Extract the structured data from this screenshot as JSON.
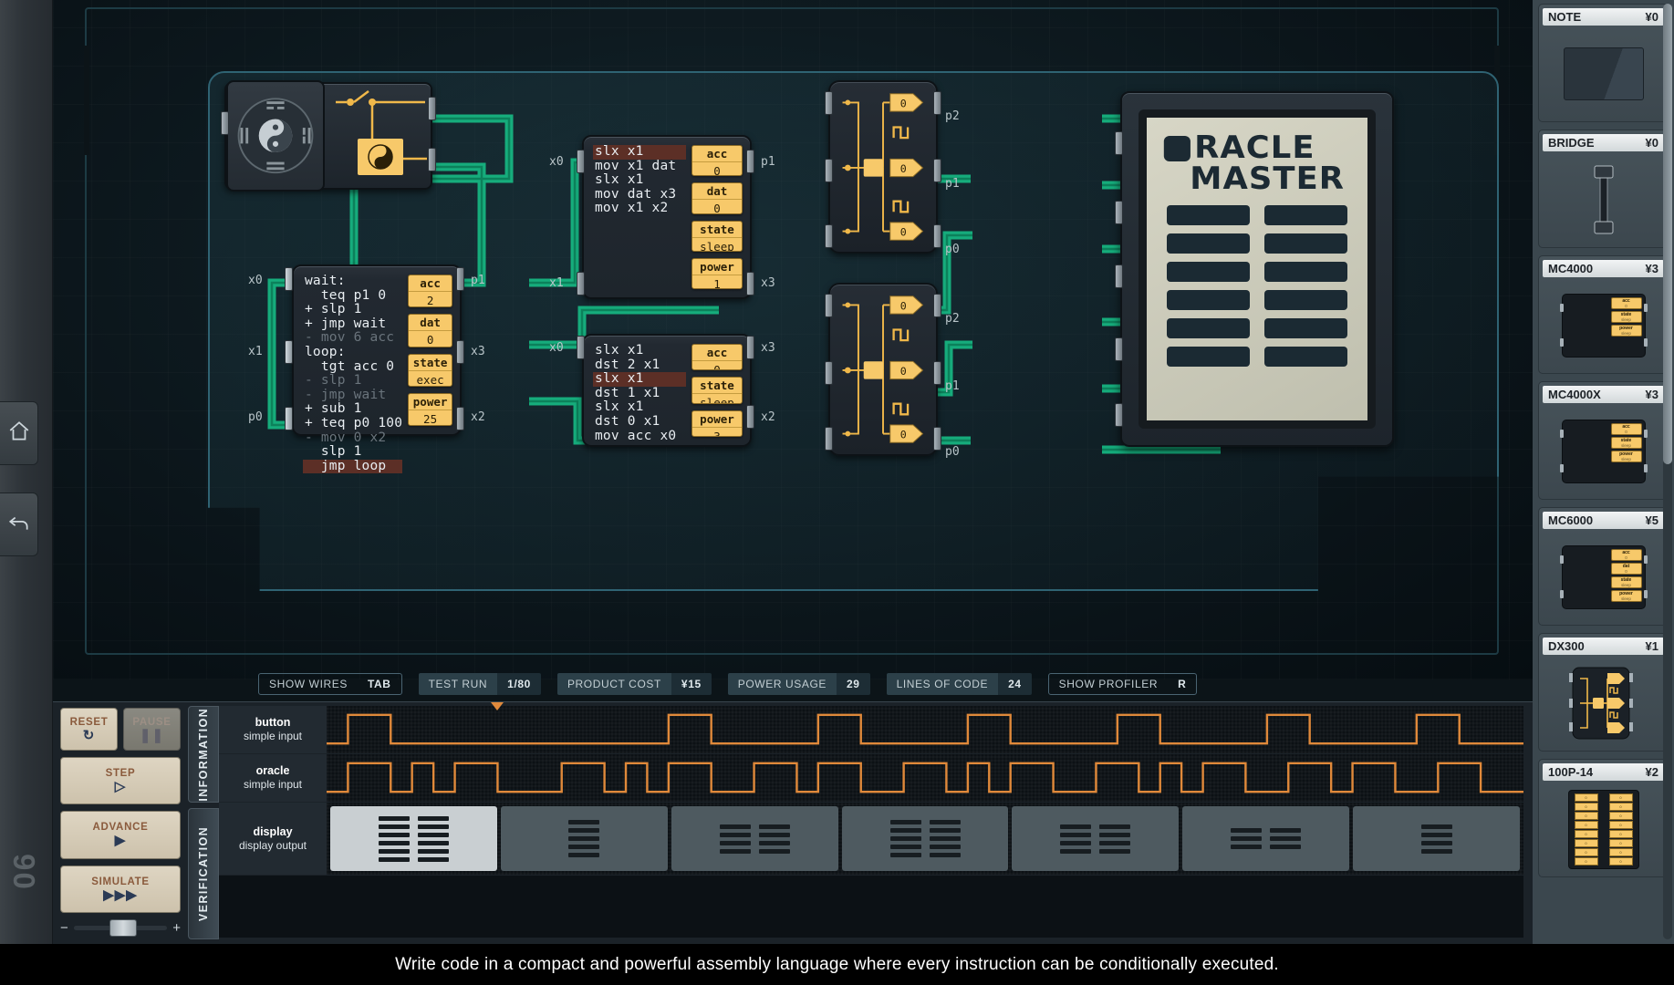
{
  "caption": "Write code in a compact and powerful assembly language where every instruction can be conditionally executed.",
  "left_rail": {
    "home_icon": "home-icon",
    "undo_icon": "undo-icon",
    "vertical_label": "06"
  },
  "status_bar": [
    {
      "key": "SHOW WIRES",
      "value": "TAB",
      "style": "button"
    },
    {
      "key": "TEST RUN",
      "value": "1/80",
      "style": "stat"
    },
    {
      "key": "PRODUCT COST",
      "value": "¥15",
      "style": "stat"
    },
    {
      "key": "POWER USAGE",
      "value": "29",
      "style": "stat"
    },
    {
      "key": "LINES OF CODE",
      "value": "24",
      "style": "stat"
    },
    {
      "key": "SHOW PROFILER",
      "value": "R",
      "style": "button"
    }
  ],
  "controls": {
    "reset": {
      "label": "RESET",
      "glyph": "↻",
      "disabled": false
    },
    "pause": {
      "label": "PAUSE",
      "glyph": "❚❚",
      "disabled": true
    },
    "step": {
      "label": "STEP",
      "glyph": "▷",
      "disabled": false
    },
    "advance": {
      "label": "ADVANCE",
      "glyph": "▶",
      "disabled": false
    },
    "simulate": {
      "label": "SIMULATE",
      "glyph": "▶▶▶",
      "disabled": false
    },
    "speed_minus": "−",
    "speed_plus": "+"
  },
  "panel_tabs": [
    {
      "label": "INFORMATION",
      "active": false
    },
    {
      "label": "VERIFICATION",
      "active": true
    }
  ],
  "waveforms": [
    {
      "name": "button",
      "type": "simple input",
      "kind": "wave",
      "pattern": [
        0,
        1,
        1,
        0,
        0,
        0,
        0,
        0,
        0,
        0,
        0,
        0,
        0,
        0,
        0,
        0,
        1,
        1,
        0,
        0,
        0,
        0,
        0,
        1,
        1,
        0,
        0,
        0,
        0,
        0,
        1,
        1,
        0,
        0,
        0,
        0,
        0,
        1,
        1,
        0,
        0,
        0,
        0,
        0,
        1,
        1,
        0,
        0,
        0,
        0,
        0,
        1,
        1,
        0,
        0,
        0
      ]
    },
    {
      "name": "oracle",
      "type": "simple input",
      "kind": "wave",
      "pattern": [
        0,
        1,
        1,
        0,
        1,
        0,
        1,
        1,
        0,
        0,
        0,
        1,
        1,
        0,
        1,
        0,
        1,
        1,
        0,
        0,
        1,
        1,
        0,
        1,
        1,
        0,
        0,
        1,
        1,
        0,
        1,
        0,
        1,
        1,
        0,
        0,
        1,
        1,
        0,
        1,
        0,
        1,
        1,
        0,
        0,
        1,
        1,
        0,
        1,
        1,
        0,
        0,
        1,
        1,
        0,
        0
      ]
    },
    {
      "name": "display",
      "type": "display output",
      "kind": "display",
      "cells": [
        {
          "active": true,
          "cols": 2,
          "rows": 6
        },
        {
          "active": false,
          "cols": 1,
          "rows": 5
        },
        {
          "active": false,
          "cols": 2,
          "rows": 4
        },
        {
          "active": false,
          "cols": 2,
          "rows": 5
        },
        {
          "active": false,
          "cols": 2,
          "rows": 4
        },
        {
          "active": false,
          "cols": 2,
          "rows": 3
        },
        {
          "active": false,
          "cols": 1,
          "rows": 4
        }
      ]
    }
  ],
  "modules": {
    "mc_left": {
      "name": "mc6000-left",
      "ports": {
        "left": [
          "x0",
          "x1",
          "p0"
        ],
        "right": [
          "p1",
          "x3",
          "x2"
        ]
      },
      "code": [
        {
          "text": "wait:",
          "state": "normal"
        },
        {
          "text": "  teq p1 0",
          "state": "normal"
        },
        {
          "text": "+ slp 1",
          "state": "normal"
        },
        {
          "text": "+ jmp wait",
          "state": "normal"
        },
        {
          "text": "- mov 6 acc",
          "state": "dim"
        },
        {
          "text": "loop:",
          "state": "normal"
        },
        {
          "text": "  tgt acc 0",
          "state": "normal"
        },
        {
          "text": "- slp 1",
          "state": "dim"
        },
        {
          "text": "- jmp wait",
          "state": "dim"
        },
        {
          "text": "+ sub 1",
          "state": "normal"
        },
        {
          "text": "+ teq p0 100",
          "state": "normal"
        },
        {
          "text": "- mov 0 x2",
          "state": "dim"
        },
        {
          "text": "  slp 1",
          "state": "normal"
        },
        {
          "text": "  jmp loop",
          "state": "highlight"
        }
      ],
      "registers": [
        {
          "name": "acc",
          "value": "2"
        },
        {
          "name": "dat",
          "value": "0"
        },
        {
          "name": "state",
          "value": "exec"
        },
        {
          "name": "power",
          "value": "25"
        }
      ]
    },
    "mc_top": {
      "name": "mc6000-top",
      "ports": {
        "left": [
          "x0",
          "x1"
        ],
        "right": [
          "p1",
          "x3"
        ]
      },
      "code": [
        {
          "text": "slx x1",
          "state": "highlight"
        },
        {
          "text": "mov x1 dat",
          "state": "normal"
        },
        {
          "text": "slx x1",
          "state": "normal"
        },
        {
          "text": "mov dat x3",
          "state": "normal"
        },
        {
          "text": "mov x1 x2",
          "state": "normal"
        }
      ],
      "registers": [
        {
          "name": "acc",
          "value": "0"
        },
        {
          "name": "dat",
          "value": "0"
        },
        {
          "name": "state",
          "value": "sleep"
        },
        {
          "name": "power",
          "value": "1"
        }
      ]
    },
    "mc_bottom": {
      "name": "mc4000-bottom",
      "ports": {
        "left": [
          "x0"
        ],
        "right": [
          "x3",
          "x2"
        ]
      },
      "code": [
        {
          "text": "slx x1",
          "state": "normal"
        },
        {
          "text": "dst 2 x1",
          "state": "normal"
        },
        {
          "text": "slx x1",
          "state": "highlight"
        },
        {
          "text": "dst 1 x1",
          "state": "normal"
        },
        {
          "text": "slx x1",
          "state": "normal"
        },
        {
          "text": "dst 0 x1",
          "state": "normal"
        },
        {
          "text": "mov acc x0",
          "state": "normal"
        }
      ],
      "registers": [
        {
          "name": "acc",
          "value": "0"
        },
        {
          "name": "state",
          "value": "sleep"
        },
        {
          "name": "power",
          "value": "3"
        }
      ]
    },
    "dx_top": {
      "name": "dx300-top",
      "outputs": [
        {
          "label": "p2",
          "value": "0"
        },
        {
          "label": "p1",
          "value": "0"
        },
        {
          "label": "p0",
          "value": "0"
        }
      ]
    },
    "dx_bottom": {
      "name": "dx300-bottom",
      "outputs": [
        {
          "label": "p2",
          "value": "0"
        },
        {
          "label": "p1",
          "value": "0"
        },
        {
          "label": "p0",
          "value": "0"
        }
      ]
    },
    "oracle_master": {
      "brand_line1": "RACLE",
      "brand_line2": "MASTER",
      "bar_rows": 6,
      "bar_cols": 2
    },
    "input_device": {
      "name": "yin-yang-input"
    }
  },
  "parts_list": [
    {
      "name": "NOTE",
      "price": "¥0",
      "art": "note"
    },
    {
      "name": "BRIDGE",
      "price": "¥0",
      "art": "bridge"
    },
    {
      "name": "MC4000",
      "price": "¥3",
      "art": "mc4000"
    },
    {
      "name": "MC4000X",
      "price": "¥3",
      "art": "mc4000"
    },
    {
      "name": "MC6000",
      "price": "¥5",
      "art": "mc6000"
    },
    {
      "name": "DX300",
      "price": "¥1",
      "art": "dx300"
    },
    {
      "name": "100P-14",
      "price": "¥2",
      "art": "p100"
    }
  ]
}
